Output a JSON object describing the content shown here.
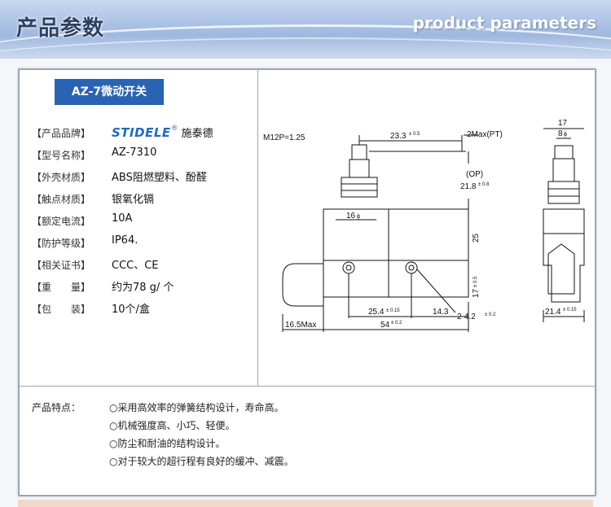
{
  "header": {
    "title": "产品参数",
    "subtitle": "product parameters"
  },
  "model_tag": "AZ-7微动开关",
  "specs": [
    {
      "label": "【产品品牌】",
      "value": ""
    },
    {
      "label": "【型号名称】",
      "value": "AZ-7310"
    },
    {
      "label": "【外壳材质】",
      "value": "ABS阻燃塑料、酚醛"
    },
    {
      "label": "【触点材质】",
      "value": "银氧化镉"
    },
    {
      "label": "【额定电流】",
      "value": "10A"
    },
    {
      "label": "【防护等级】",
      "value": "IP64."
    },
    {
      "label": "【相关证书】",
      "value": "CCC、CE"
    },
    {
      "label": "【重　　量】",
      "value": "约为78 g/ 个"
    },
    {
      "label": "【包　　装】",
      "value": "10个/盒"
    }
  ],
  "brand": {
    "name": "STIDELE",
    "mark": "®",
    "cn": "施泰德"
  },
  "diagram": {
    "thread": "M12P=1.25",
    "dim_23": "23.3",
    "tol_23": "± 0.5",
    "pt": "2Max(PT)",
    "op_label": "(OP)",
    "op_val": "21.8",
    "op_tol": "± 0.8",
    "d16": "16",
    "d16_sym": "ϕ",
    "d25": "25",
    "d17v": "17",
    "d17v_tol": "± 0.5",
    "holes": "2-4.2",
    "holes_tol": "± 0.2",
    "d254": "25.4",
    "d254_tol": "± 0.15",
    "d143": "14.3",
    "d54": "54",
    "d54_tol": "± 0.2",
    "d165": "16.5Max",
    "side_17": "17",
    "side_8": "8",
    "side_8_sym": "ϕ",
    "side_214": "21.4",
    "side_214_tol": "± 0.15"
  },
  "features": {
    "title": "产品特点：",
    "items": [
      "○采用高效率的弹簧结构设计，寿命高。",
      "○机械强度高、小巧、轻便。",
      "○防尘和耐油的结构设计。",
      "○对于较大的超行程有良好的缓冲、减震。"
    ]
  }
}
